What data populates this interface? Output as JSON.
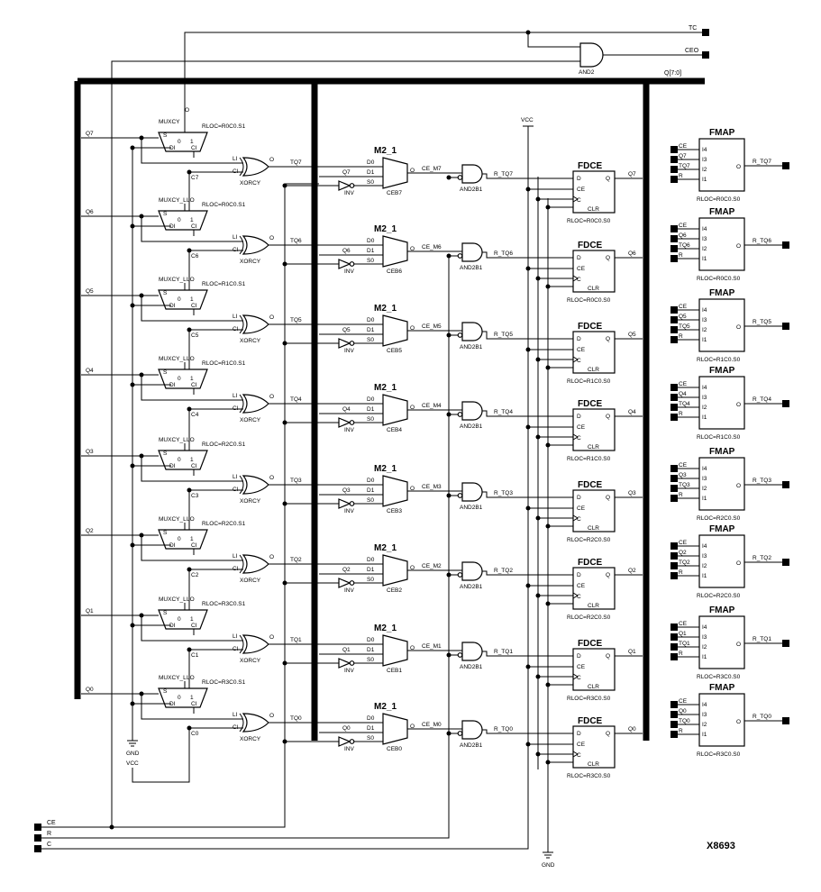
{
  "figure_id": "X8693",
  "bus_label": "Q[7:0]",
  "top": {
    "tc": "TC",
    "ceo": "CEO",
    "and2": "AND2"
  },
  "inputs": {
    "ce": "CE",
    "r": "R",
    "c": "C"
  },
  "gnd": "GND",
  "vcc": "VCC",
  "cmn": {
    "mux_o": "O",
    "mux_s": "S",
    "mux_di": "DI",
    "mux_0": "0",
    "mux_1": "1",
    "mux_ci": "CI",
    "lo": "LO",
    "li": "LI",
    "xor_ci": "CI",
    "xor_o": "O",
    "xorcy": "XORCY",
    "m2": "M2_1",
    "d0": "D0",
    "d1": "D1",
    "s0": "S0",
    "inv": "INV",
    "and2b1": "AND2B1",
    "fdce": "FDCE",
    "d": "D",
    "ce": "CE",
    "c": "C",
    "clr": "CLR",
    "q": "Q",
    "fmap": "FMAP",
    "i4": "I4",
    "i3": "I3",
    "i2": "I2",
    "i1": "I1",
    "r": "R"
  },
  "stages": [
    {
      "q": "Q7",
      "tq": "TQ7",
      "mux": "MUXCY",
      "mux_rloc": "RLOC=R0C0.S1",
      "c": "C7",
      "ce_m": "CE_M7",
      "ceb": "CEB7",
      "r_tq": "R_TQ7",
      "ff_rloc": "RLOC=R0C0.S0",
      "fm_rloc": "RLOC=R0C0.S0"
    },
    {
      "q": "Q6",
      "tq": "TQ6",
      "mux": "MUXCY_L",
      "mux_rloc": "RLOC=R0C0.S1",
      "c": "C6",
      "ce_m": "CE_M6",
      "ceb": "CEB6",
      "r_tq": "R_TQ6",
      "ff_rloc": "RLOC=R0C0.S0",
      "fm_rloc": "RLOC=R0C0.S0"
    },
    {
      "q": "Q5",
      "tq": "TQ5",
      "mux": "MUXCY_L",
      "mux_rloc": "RLOC=R1C0.S1",
      "c": "C5",
      "ce_m": "CE_M5",
      "ceb": "CEB5",
      "r_tq": "R_TQ5",
      "ff_rloc": "RLOC=R1C0.S0",
      "fm_rloc": "RLOC=R1C0.S0"
    },
    {
      "q": "Q4",
      "tq": "TQ4",
      "mux": "MUXCY_L",
      "mux_rloc": "RLOC=R1C0.S1",
      "c": "C4",
      "ce_m": "CE_M4",
      "ceb": "CEB4",
      "r_tq": "R_TQ4",
      "ff_rloc": "RLOC=R1C0.S0",
      "fm_rloc": "RLOC=R1C0.S0"
    },
    {
      "q": "Q3",
      "tq": "TQ3",
      "mux": "MUXCY_L",
      "mux_rloc": "RLOC=R2C0.S1",
      "c": "C3",
      "ce_m": "CE_M3",
      "ceb": "CEB3",
      "r_tq": "R_TQ3",
      "ff_rloc": "RLOC=R2C0.S0",
      "fm_rloc": "RLOC=R2C0.S0"
    },
    {
      "q": "Q2",
      "tq": "TQ2",
      "mux": "MUXCY_L",
      "mux_rloc": "RLOC=R2C0.S1",
      "c": "C2",
      "ce_m": "CE_M2",
      "ceb": "CEB2",
      "r_tq": "R_TQ2",
      "ff_rloc": "RLOC=R2C0.S0",
      "fm_rloc": "RLOC=R2C0.S0"
    },
    {
      "q": "Q1",
      "tq": "TQ1",
      "mux": "MUXCY_L",
      "mux_rloc": "RLOC=R3C0.S1",
      "c": "C1",
      "ce_m": "CE_M1",
      "ceb": "CEB1",
      "r_tq": "R_TQ1",
      "ff_rloc": "RLOC=R3C0.S0",
      "fm_rloc": "RLOC=R3C0.S0"
    },
    {
      "q": "Q0",
      "tq": "TQ0",
      "mux": "MUXCY_L",
      "mux_rloc": "RLOC=R3C0.S1",
      "c": "C0",
      "ce_m": "CE_M0",
      "ceb": "CEB0",
      "r_tq": "R_TQ0",
      "ff_rloc": "RLOC=R3C0.S0",
      "fm_rloc": "RLOC=R3C0.S0"
    }
  ]
}
